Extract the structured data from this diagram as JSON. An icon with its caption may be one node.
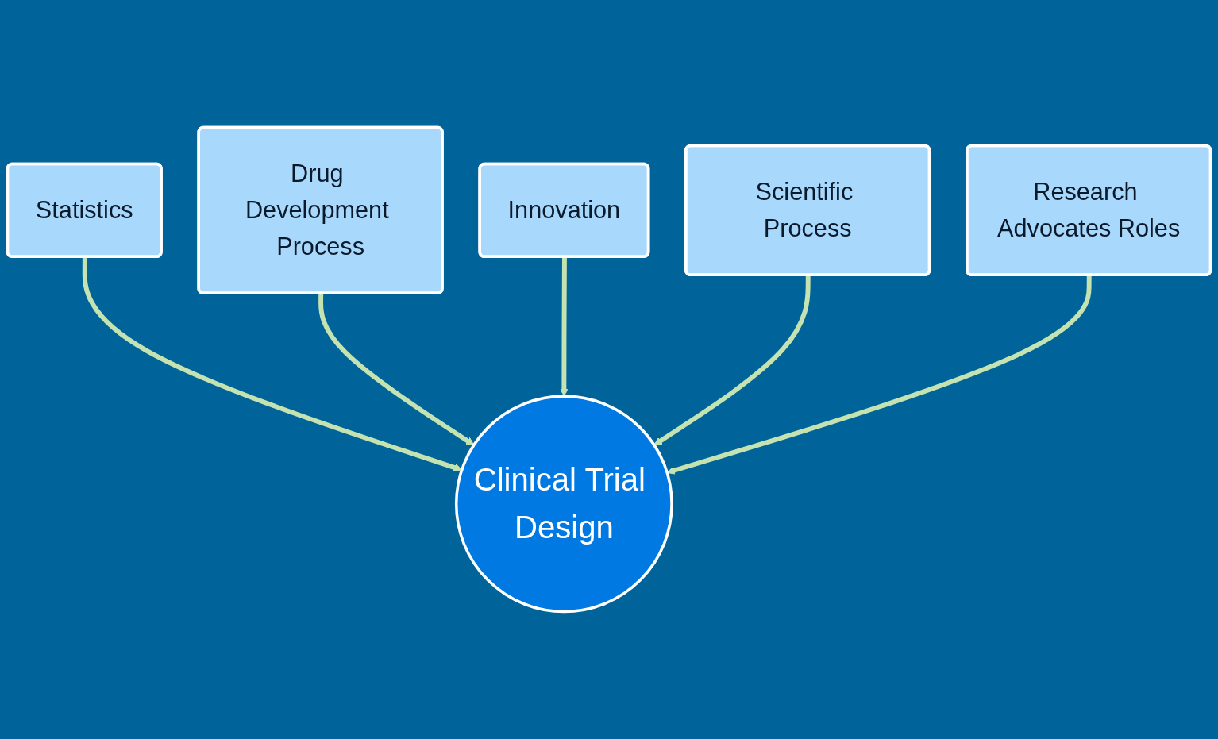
{
  "diagram": {
    "nodes": [
      {
        "text": [
          "Statistics"
        ]
      },
      {
        "text": [
          "Drug Development Process"
        ]
      },
      {
        "text": [
          "Innovation"
        ]
      },
      {
        "text": [
          "Scientific Process"
        ]
      },
      {
        "text": [
          "Clinical Trial Design"
        ]
      },
      {
        "text": [
          "Research Advocates Roles"
        ]
      }
    ],
    "edges": [
      {
        "from": 0,
        "to": 4,
        "arrow": "to"
      },
      {
        "from": 1,
        "to": 4,
        "arrow": "to"
      },
      {
        "from": 2,
        "to": 4,
        "arrow": "to"
      },
      {
        "from": 3,
        "to": 4,
        "arrow": "to"
      },
      {
        "from": 5,
        "to": 4,
        "arrow": "to"
      }
    ]
  }
}
